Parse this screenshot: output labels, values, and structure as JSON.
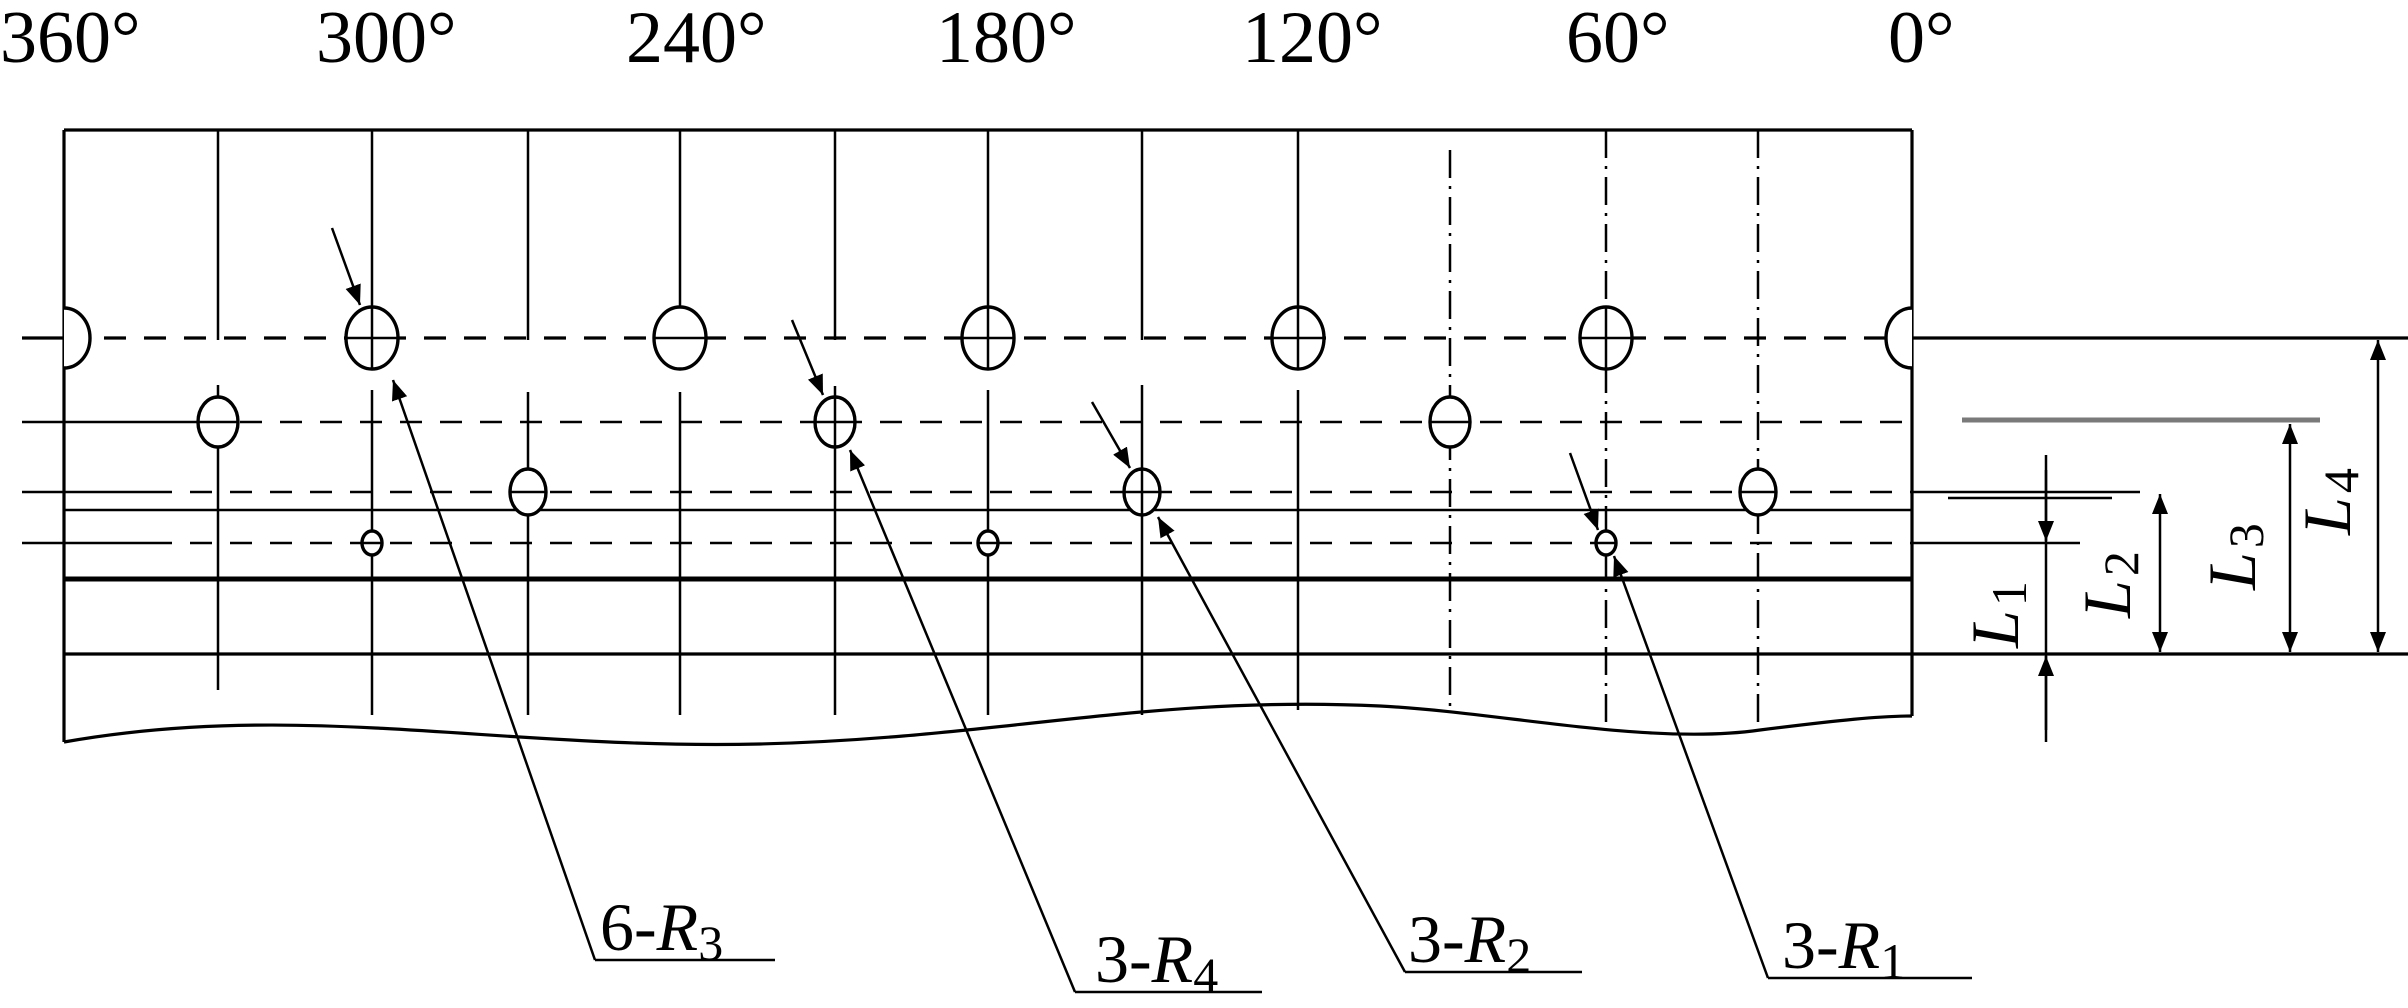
{
  "angle_labels": [
    "360°",
    "300°",
    "240°",
    "180°",
    "120°",
    "60°",
    "0°"
  ],
  "callouts": [
    {
      "prefix": "6-",
      "letter": "R",
      "sub": "3"
    },
    {
      "prefix": "3-",
      "letter": "R",
      "sub": "4"
    },
    {
      "prefix": "3-",
      "letter": "R",
      "sub": "2"
    },
    {
      "prefix": "3-",
      "letter": "R",
      "sub": "1"
    }
  ],
  "dimensions": [
    {
      "letter": "L",
      "sub": "1"
    },
    {
      "letter": "L",
      "sub": "2"
    },
    {
      "letter": "L",
      "sub": "3"
    },
    {
      "letter": "L",
      "sub": "4"
    }
  ]
}
